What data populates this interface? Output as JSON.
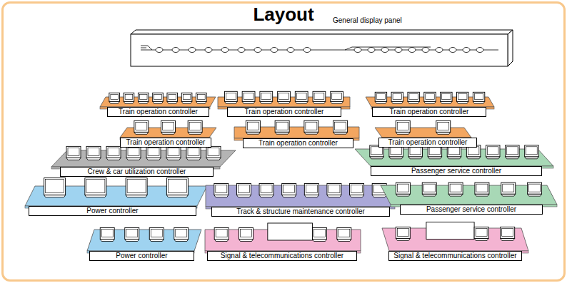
{
  "diagram": {
    "title": "Layout",
    "nodes": [
      {
        "text": [
          "General display panel"
        ]
      },
      {
        "text": [
          "Train operation controller"
        ]
      },
      {
        "text": [
          "Train operation controller"
        ]
      },
      {
        "text": [
          "Train operation controller"
        ]
      },
      {
        "text": [
          "Train operation controller"
        ]
      },
      {
        "text": [
          "Train operation controller"
        ]
      },
      {
        "text": [
          "Train operation controller"
        ]
      },
      {
        "text": [
          "Crew & car utilization controller"
        ]
      },
      {
        "text": [
          "Passenger service controller"
        ]
      },
      {
        "text": [
          "Power controller"
        ]
      },
      {
        "text": [
          "Track & structure maintenance controller"
        ]
      },
      {
        "text": [
          "Passenger service controller"
        ]
      },
      {
        "text": [
          "Power controller"
        ]
      },
      {
        "text": [
          "Signal & telecommunications controller"
        ]
      },
      {
        "text": [
          "Signal & telecommunications controller"
        ]
      }
    ]
  }
}
